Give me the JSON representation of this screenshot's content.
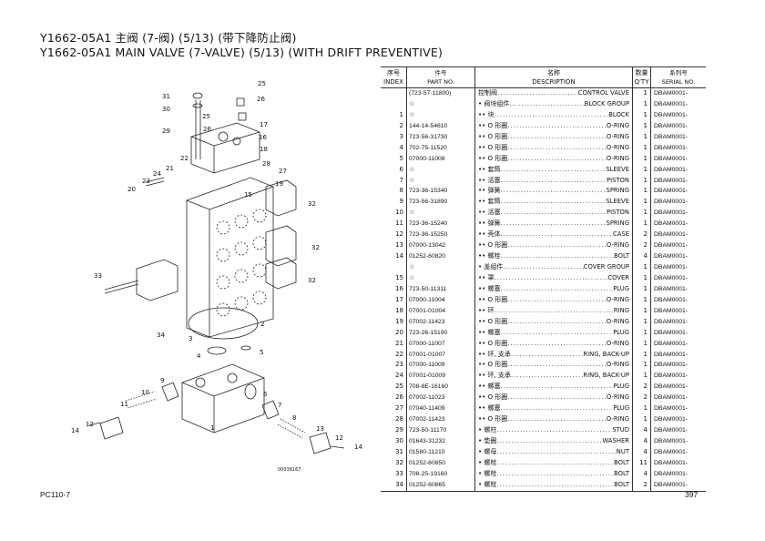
{
  "title_cn": "Y1662-05A1 主阀 (7-阀) (5/13) (带下降防止阀)",
  "title_en": "Y1662-05A1 MAIN VALVE (7-VALVE) (5/13) (WITH DRIFT PREVENTIVE)",
  "table": {
    "headers": {
      "index_cn": "序号",
      "index": "INDEX",
      "part_cn": "件号",
      "part": "PART NO.",
      "desc_cn": "名称",
      "desc": "DESCRIPTION",
      "qty_cn": "数量",
      "qty": "Q'TY",
      "serial_cn": "系列号",
      "serial": "SERIAL NO."
    },
    "rows": [
      {
        "index": "",
        "part": "(723-57-11800)",
        "cn": "控制阀",
        "en": "CONTROL VALVE",
        "qty": "1",
        "serial": "DBAM0001-"
      },
      {
        "index": "",
        "part": "☆",
        "cn": "• 阀块组件",
        "en": "BLOCK GROUP",
        "qty": "1",
        "serial": "DBAM0001-"
      },
      {
        "index": "1",
        "part": "☆",
        "cn": "•• 块",
        "en": "BLOCK",
        "qty": "1",
        "serial": "DBAM0001-"
      },
      {
        "index": "2",
        "part": "144-14-54610",
        "cn": "•• O 形圈",
        "en": "O-RING",
        "qty": "1",
        "serial": "DBAM0001-"
      },
      {
        "index": "3",
        "part": "723-56-31730",
        "cn": "•• O 形圈",
        "en": "O-RING",
        "qty": "1",
        "serial": "DBAM0001-"
      },
      {
        "index": "4",
        "part": "702-75-11520",
        "cn": "•• O 形圈",
        "en": "O-RING",
        "qty": "1",
        "serial": "DBAM0001-"
      },
      {
        "index": "5",
        "part": "07000-11008",
        "cn": "•• O 形圈",
        "en": "O-RING",
        "qty": "1",
        "serial": "DBAM0001-"
      },
      {
        "index": "6",
        "part": "☆",
        "cn": "•• 套筒",
        "en": "SLEEVE",
        "qty": "1",
        "serial": "DBAM0001-"
      },
      {
        "index": "7",
        "part": "☆",
        "cn": "•• 活塞",
        "en": "PISTON",
        "qty": "1",
        "serial": "DBAM0001-"
      },
      {
        "index": "8",
        "part": "723-36-15340",
        "cn": "•• 弹簧",
        "en": "SPRING",
        "qty": "1",
        "serial": "DBAM0001-"
      },
      {
        "index": "9",
        "part": "723-56-31890",
        "cn": "•• 套筒",
        "en": "SLEEVE",
        "qty": "1",
        "serial": "DBAM0001-"
      },
      {
        "index": "10",
        "part": "☆",
        "cn": "•• 活塞",
        "en": "PISTON",
        "qty": "1",
        "serial": "DBAM0001-"
      },
      {
        "index": "11",
        "part": "723-36-15240",
        "cn": "•• 弹簧",
        "en": "SPRING",
        "qty": "1",
        "serial": "DBAM0001-"
      },
      {
        "index": "12",
        "part": "723-36-15250",
        "cn": "•• 壳体",
        "en": "CASE",
        "qty": "2",
        "serial": "DBAM0001-"
      },
      {
        "index": "13",
        "part": "07000-13042",
        "cn": "•• O 形圈",
        "en": "O-RING",
        "qty": "2",
        "serial": "DBAM0001-"
      },
      {
        "index": "14",
        "part": "01252-60820",
        "cn": "•• 螺栓",
        "en": "BOLT",
        "qty": "4",
        "serial": "DBAM0001-"
      },
      {
        "index": "",
        "part": "☆",
        "cn": "• 盖组件",
        "en": "COVER GROUP",
        "qty": "1",
        "serial": "DBAM0001-"
      },
      {
        "index": "15",
        "part": "☆",
        "cn": "•• 罩",
        "en": "COVER",
        "qty": "1",
        "serial": "DBAM0001-"
      },
      {
        "index": "16",
        "part": "723-50-11311",
        "cn": "•• 螺塞",
        "en": "PLUG",
        "qty": "1",
        "serial": "DBAM0001-"
      },
      {
        "index": "17",
        "part": "07000-11004",
        "cn": "•• O 形圈",
        "en": "O-RING",
        "qty": "1",
        "serial": "DBAM0001-"
      },
      {
        "index": "18",
        "part": "07001-01004",
        "cn": "•• 环",
        "en": "RING",
        "qty": "1",
        "serial": "DBAM0001-"
      },
      {
        "index": "19",
        "part": "07002-11423",
        "cn": "•• O 形圈",
        "en": "O-RING",
        "qty": "1",
        "serial": "DBAM0001-"
      },
      {
        "index": "20",
        "part": "723-26-15190",
        "cn": "•• 螺塞",
        "en": "PLUG",
        "qty": "1",
        "serial": "DBAM0001-"
      },
      {
        "index": "21",
        "part": "07000-11007",
        "cn": "•• O 形圈",
        "en": "O-RING",
        "qty": "1",
        "serial": "DBAM0001-"
      },
      {
        "index": "22",
        "part": "07001-01007",
        "cn": "•• 环, 支承",
        "en": "RING, BACK-UP",
        "qty": "1",
        "serial": "DBAM0001-"
      },
      {
        "index": "23",
        "part": "07000-11009",
        "cn": "•• O 形圈",
        "en": "O-RING",
        "qty": "1",
        "serial": "DBAM0001-"
      },
      {
        "index": "24",
        "part": "07001-01009",
        "cn": "•• 环, 支承",
        "en": "RING, BACK-UP",
        "qty": "1",
        "serial": "DBAM0001-"
      },
      {
        "index": "25",
        "part": "708-8E-16160",
        "cn": "•• 螺塞",
        "en": "PLUG",
        "qty": "2",
        "serial": "DBAM0001-"
      },
      {
        "index": "26",
        "part": "07002-11023",
        "cn": "•• O 形圈",
        "en": "O-RING",
        "qty": "2",
        "serial": "DBAM0001-"
      },
      {
        "index": "27",
        "part": "07040-11409",
        "cn": "•• 螺塞",
        "en": "PLUG",
        "qty": "1",
        "serial": "DBAM0001-"
      },
      {
        "index": "28",
        "part": "07002-11423",
        "cn": "•• O 形圈",
        "en": "O-RING",
        "qty": "1",
        "serial": "DBAM0001-"
      },
      {
        "index": "29",
        "part": "723-50-11170",
        "cn": "• 螺柱",
        "en": "STUD",
        "qty": "4",
        "serial": "DBAM0001-"
      },
      {
        "index": "30",
        "part": "01643-31232",
        "cn": "• 垫圈",
        "en": "WASHER",
        "qty": "4",
        "serial": "DBAM0001-"
      },
      {
        "index": "31",
        "part": "01580-11210",
        "cn": "• 螺母",
        "en": "NUT",
        "qty": "4",
        "serial": "DBAM0001-"
      },
      {
        "index": "32",
        "part": "01252-60850",
        "cn": "• 螺栓",
        "en": "BOLT",
        "qty": "11",
        "serial": "DBAM0001-"
      },
      {
        "index": "33",
        "part": "708-25-19160",
        "cn": "• 螺栓",
        "en": "BOLT",
        "qty": "4",
        "serial": "DBAM0001-"
      },
      {
        "index": "34",
        "part": "01252-60865",
        "cn": "• 螺栓",
        "en": "BOLT",
        "qty": "2",
        "serial": "DBAM0001-"
      }
    ]
  },
  "diagram": {
    "figure_code": "00038167",
    "callouts": [
      "31",
      "25",
      "30",
      "25",
      "26",
      "17",
      "29",
      "26",
      "16",
      "22",
      "18",
      "21",
      "28",
      "24",
      "27",
      "23",
      "20",
      "15",
      "32",
      "32",
      "32",
      "33",
      "34",
      "2",
      "3",
      "4",
      "5",
      "9",
      "6",
      "10",
      "7",
      "11",
      "8",
      "1",
      "13",
      "12",
      "14",
      "12",
      "14",
      "19"
    ]
  },
  "footer": {
    "model": "PC110-7",
    "page": "397"
  }
}
